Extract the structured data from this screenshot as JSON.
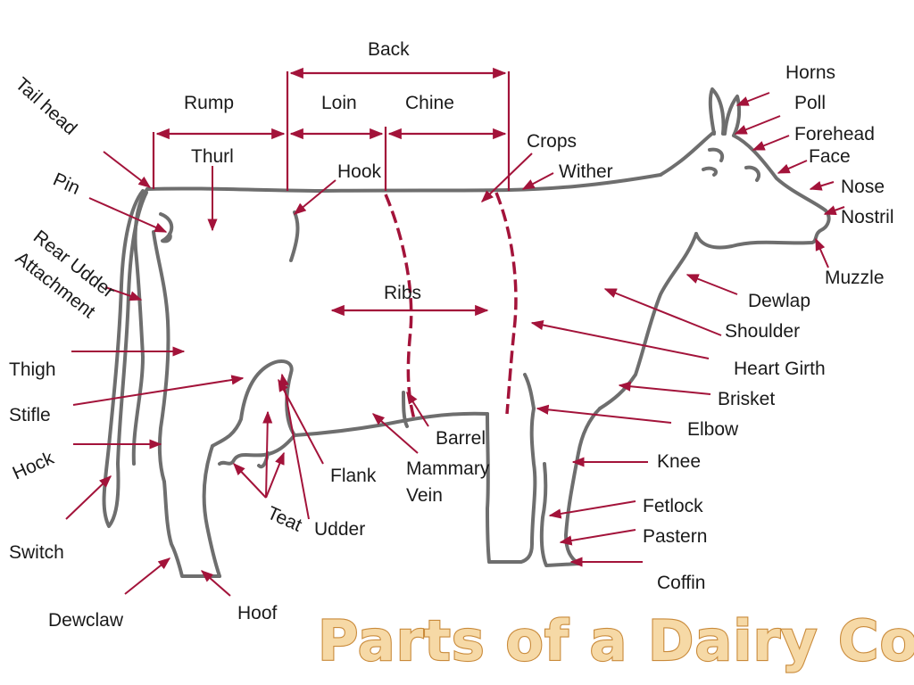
{
  "title": "Parts of a Dairy Cow",
  "colors": {
    "arrow": "#a3133a",
    "outline": "#6e6e6e",
    "title_fill": "#f6d9a6",
    "title_stroke": "#c98a3a",
    "text": "#1a1a1a"
  },
  "labels": {
    "back": "Back",
    "rump": "Rump",
    "loin": "Loin",
    "chine": "Chine",
    "thurl": "Thurl",
    "hook": "Hook",
    "crops": "Crops",
    "wither": "Wither",
    "horns": "Horns",
    "poll": "Poll",
    "forehead": "Forehead",
    "face": "Face",
    "nose": "Nose",
    "nostril": "Nostril",
    "muzzle": "Muzzle",
    "dewlap": "Dewlap",
    "shoulder": "Shoulder",
    "heart_girth": "Heart Girth",
    "brisket": "Brisket",
    "elbow": "Elbow",
    "knee": "Knee",
    "fetlock": "Fetlock",
    "pastern": "Pastern",
    "coffin": "Coffin",
    "tail_head": "Tail head",
    "pin": "Pin",
    "rear_udder_line1": "Rear Udder",
    "rear_udder_line2": "Attachment",
    "ribs": "Ribs",
    "thigh": "Thigh",
    "stifle": "Stifle",
    "hock": "Hock",
    "switch": "Switch",
    "dewclaw": "Dewclaw",
    "hoof": "Hoof",
    "teat": "Teat",
    "udder": "Udder",
    "flank": "Flank",
    "barrel": "Barrel",
    "mammary_line1": "Mammary",
    "mammary_line2": "Vein"
  }
}
